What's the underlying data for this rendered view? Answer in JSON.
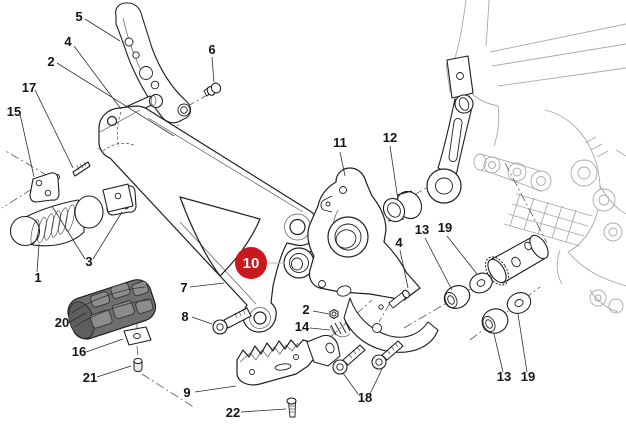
{
  "diagram": {
    "kind": "exploded-parts-diagram",
    "colors": {
      "badge_bg": "#c8171d",
      "badge_text": "#ffffff",
      "line": "#1f1f1f",
      "background_line": "#a9a9a9",
      "pad_fill": "#6f6f6f",
      "pad_block_fill": "#8c8c8c",
      "pad_edge_fill": "#5e5e5e"
    },
    "badge": {
      "label": "10"
    },
    "callouts": {
      "c5": {
        "label": "5"
      },
      "c4a": {
        "label": "4"
      },
      "c2a": {
        "label": "2"
      },
      "c17": {
        "label": "17"
      },
      "c15": {
        "label": "15"
      },
      "c6": {
        "label": "6"
      },
      "c1": {
        "label": "1"
      },
      "c3": {
        "label": "3"
      },
      "c20": {
        "label": "20"
      },
      "c16": {
        "label": "16"
      },
      "c21": {
        "label": "21"
      },
      "c7": {
        "label": "7"
      },
      "c8": {
        "label": "8"
      },
      "c9": {
        "label": "9"
      },
      "c22": {
        "label": "22"
      },
      "c11": {
        "label": "11"
      },
      "c12": {
        "label": "12"
      },
      "c4b": {
        "label": "4"
      },
      "c2b": {
        "label": "2"
      },
      "c14": {
        "label": "14"
      },
      "c13a": {
        "label": "13"
      },
      "c19a": {
        "label": "19"
      },
      "c13b": {
        "label": "13"
      },
      "c19b": {
        "label": "19"
      },
      "c18": {
        "label": "18"
      }
    }
  }
}
